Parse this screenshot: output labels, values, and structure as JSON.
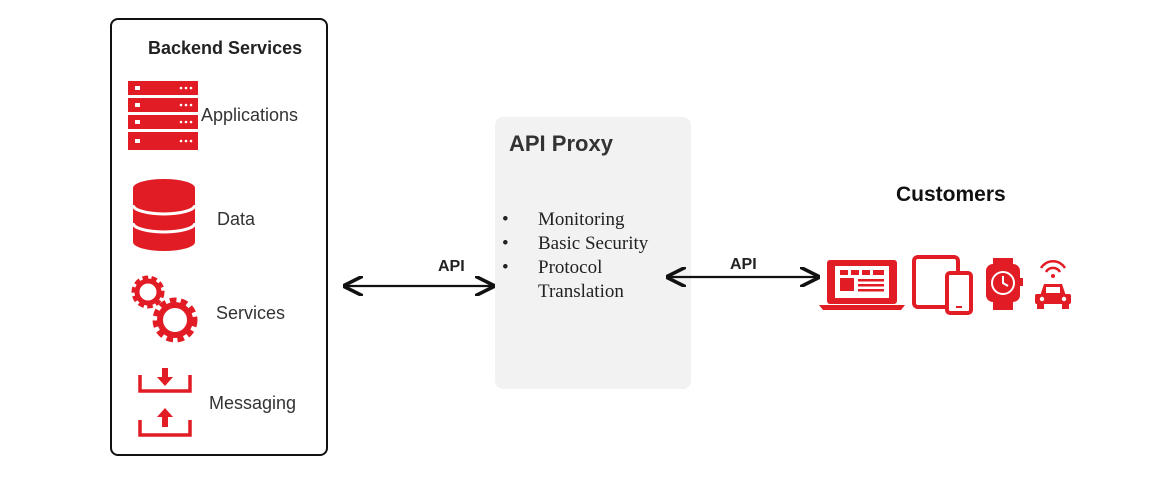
{
  "backend": {
    "title": "Backend Services",
    "items": [
      {
        "label": "Applications",
        "icon": "server-rack-icon"
      },
      {
        "label": "Data",
        "icon": "database-icon"
      },
      {
        "label": "Services",
        "icon": "gears-icon"
      },
      {
        "label": "Messaging",
        "icon": "inbox-outbox-icon"
      }
    ]
  },
  "proxy": {
    "title": "API Proxy",
    "bullet": "•",
    "items": [
      "Monitoring",
      "Basic Security",
      "Protocol",
      "Translation"
    ]
  },
  "connectors": {
    "left_label": "API",
    "right_label": "API"
  },
  "customers": {
    "title": "Customers",
    "devices": [
      "laptop-icon",
      "tablet-phone-icon",
      "smartwatch-icon",
      "connected-car-icon"
    ]
  },
  "colors": {
    "accent": "#e21c24",
    "proxy_bg": "#f2f2f2",
    "border": "#111111"
  }
}
